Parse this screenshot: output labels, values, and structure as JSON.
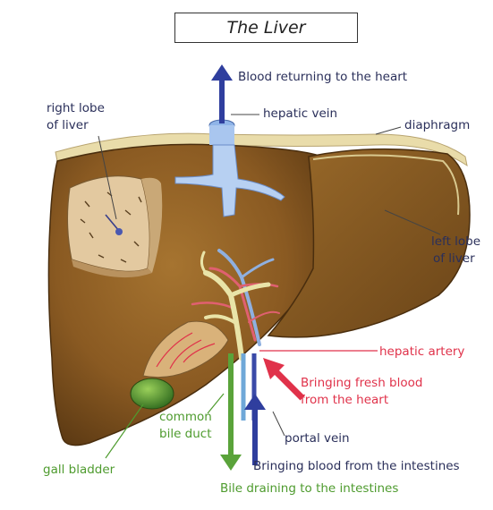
{
  "title": "The Liver",
  "labels": {
    "blood_returning": "Blood returning to the heart",
    "hepatic_vein": "hepatic vein",
    "right_lobe_1": "right lobe",
    "right_lobe_2": "of liver",
    "diaphragm": "diaphragm",
    "left_lobe_1": "left lobe",
    "left_lobe_2": "of liver",
    "hepatic_artery": "hepatic artery",
    "fresh_blood_1": "Bringing fresh blood",
    "fresh_blood_2": "from the heart",
    "common_bile_1": "common",
    "common_bile_2": "bile duct",
    "portal_vein": "portal vein",
    "gall_bladder": "gall bladder",
    "blood_from_intestines": "Bringing blood from the intestines",
    "bile_draining": "Bile draining to the intestines"
  },
  "colors": {
    "liver": "#8a5a22",
    "diaphragm": "#e9dcaa",
    "vein_blue": "#2f3e9e",
    "artery_red": "#e0324a",
    "bile_green": "#5aa33a",
    "label_text": "#2a2f5a"
  }
}
